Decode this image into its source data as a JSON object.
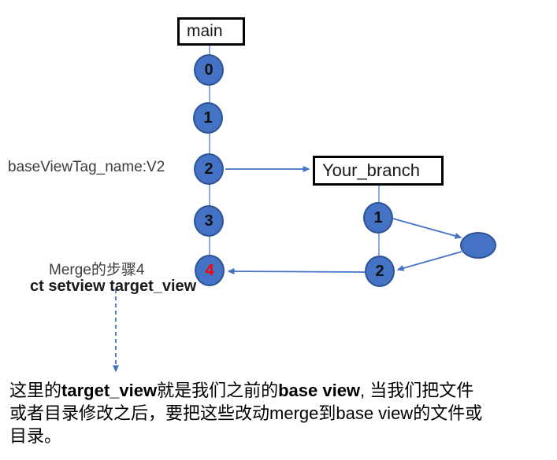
{
  "diagram": {
    "main_branch": {
      "label": "main",
      "nodes": [
        "0",
        "1",
        "2",
        "3",
        "4"
      ]
    },
    "your_branch": {
      "label": "Your_branch",
      "nodes": [
        "1",
        "2"
      ]
    },
    "labels": {
      "base_view_tag": "baseViewTag_name:V2",
      "merge_step": "Merge的步骤4",
      "merge_command": "ct setview target_view"
    },
    "colors": {
      "node_fill": "#4472C4",
      "node_border": "#2E5395",
      "connector_light": "#8FAADC",
      "arrow_blue": "#4472C4",
      "highlight_node_text": "#FF0000",
      "box_border": "#000000"
    }
  },
  "caption": {
    "segments": [
      {
        "text": "这里的",
        "bold": false
      },
      {
        "text": "target_view",
        "bold": true
      },
      {
        "text": "就是我们之前的",
        "bold": false
      },
      {
        "text": "base view",
        "bold": true
      },
      {
        "text": ", 当我们把文件或者目录修改之后，要把这些改动merge到base view的文件或目录。",
        "bold": false
      }
    ]
  }
}
